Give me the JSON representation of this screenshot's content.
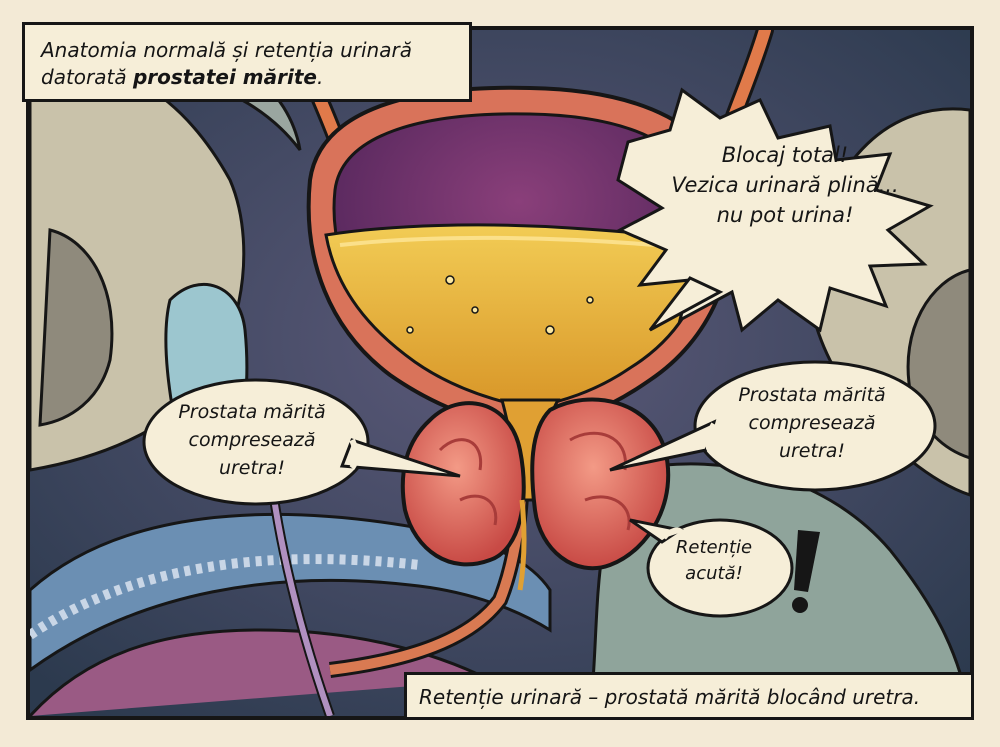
{
  "caption_top": {
    "line1": "Anatomia normală și retenția urinară",
    "line2_prefix": "datorată ",
    "line2_bold": "prostatei mărite",
    "line2_suffix": "."
  },
  "bubble_blocaj": {
    "lines": [
      "Blocaj total!",
      "Vezica urinară plină...",
      "nu pot urina!"
    ]
  },
  "bubble_prostata_left": {
    "lines": [
      "Prostata mărită",
      "compresează",
      "uretra!"
    ]
  },
  "bubble_prostata_right": {
    "lines": [
      "Prostata mărită",
      "compresează",
      "uretra!"
    ]
  },
  "bubble_retentie": {
    "lines": [
      "Retenție",
      "acută!"
    ]
  },
  "caption_bottom": {
    "text": "Retenție urinară – prostată mărită blocând uretra."
  },
  "colors": {
    "paper": "#f3ead6",
    "ink": "#161616",
    "bladder_wall": "#d9735a",
    "urine": "#e4ae3a",
    "prostate": "#e05f57",
    "bone": "#c9c2aa",
    "background": "#3f4e63"
  }
}
